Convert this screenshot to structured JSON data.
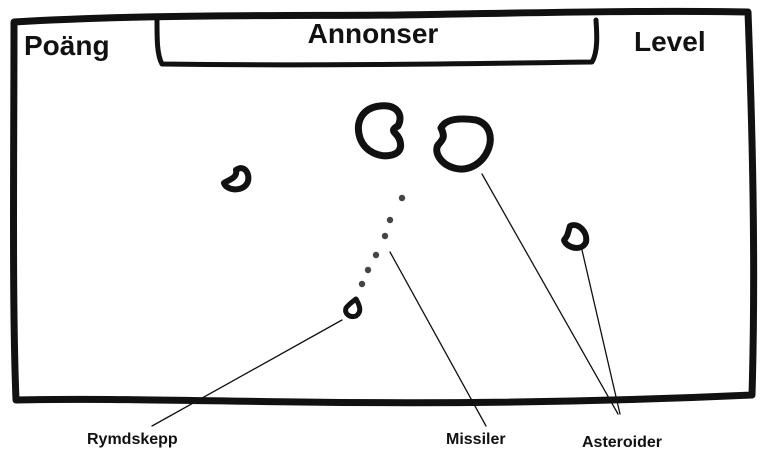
{
  "hud": {
    "score_label": "Poäng",
    "ads_label": "Annonser",
    "level_label": "Level"
  },
  "callouts": {
    "spaceship": "Rymdskepp",
    "missiles": "Missiler",
    "asteroids": "Asteroider"
  },
  "colors": {
    "ink": "#111111",
    "missile": "#444444",
    "background": "#ffffff"
  }
}
